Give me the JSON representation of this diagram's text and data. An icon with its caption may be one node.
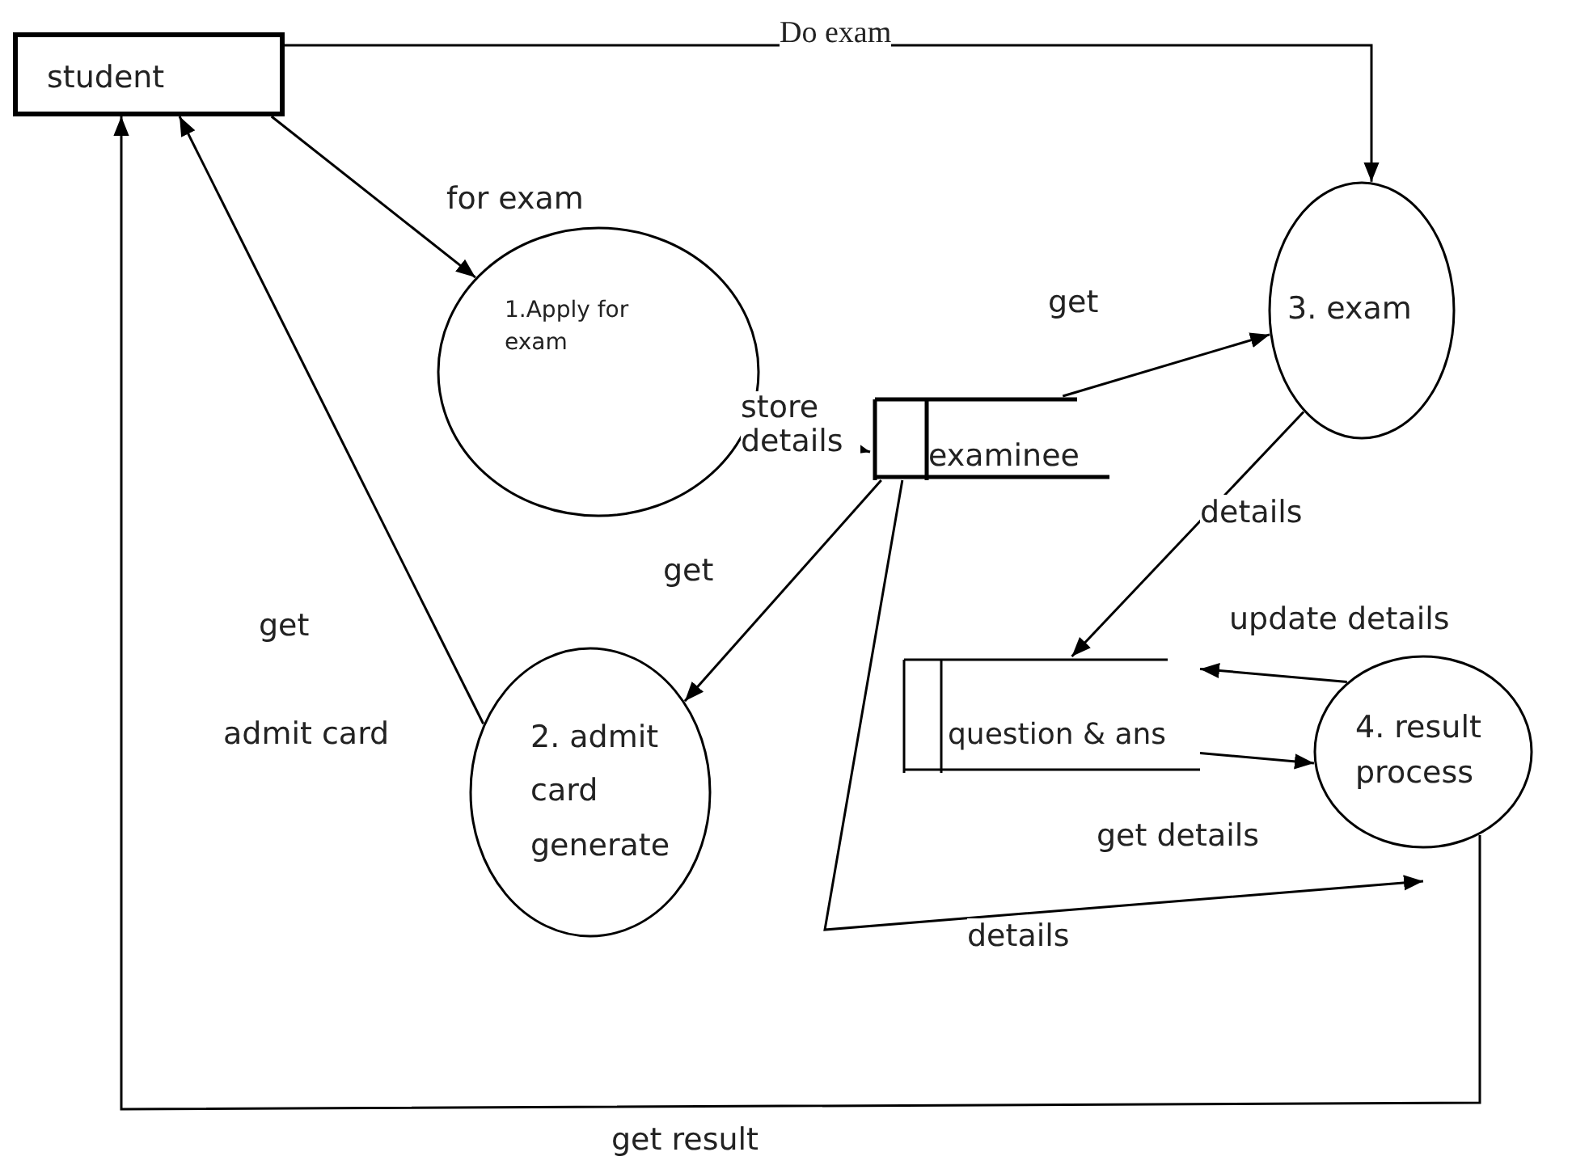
{
  "diagram": {
    "nodes": [
      {
        "text": [
          "student"
        ]
      },
      {
        "text": [
          "1.Apply for exam"
        ]
      },
      {
        "text": [
          "examinee"
        ]
      },
      {
        "text": [
          "3. exam"
        ]
      },
      {
        "text": [
          "2. admit card generate"
        ]
      },
      {
        "text": [
          "question & ans"
        ]
      },
      {
        "text": [
          "4. result process"
        ]
      }
    ],
    "edges": [
      {
        "from": 0,
        "to": 1,
        "label": "for exam",
        "arrow": "to"
      },
      {
        "from": 0,
        "to": 3,
        "label": "Do exam",
        "arrow": "to"
      },
      {
        "from": 1,
        "to": 2,
        "label": "store details",
        "arrow": "to"
      },
      {
        "from": 2,
        "to": 3,
        "label": "get",
        "arrow": "to"
      },
      {
        "from": 2,
        "to": 4,
        "label": "get",
        "arrow": "to"
      },
      {
        "from": 4,
        "to": 0,
        "arrow": "to"
      },
      {
        "from": 3,
        "to": 5,
        "label": "details",
        "arrow": "to"
      },
      {
        "from": 6,
        "to": 5,
        "label": "update details",
        "arrow": "to"
      },
      {
        "from": 5,
        "to": 6,
        "label": "get details",
        "arrow": "to"
      },
      {
        "from": 2,
        "to": 6,
        "label": "details",
        "arrow": "to"
      },
      {
        "from": 6,
        "to": 0,
        "label": "get result",
        "arrow": "to"
      }
    ],
    "labels": [
      "get",
      "admit card"
    ]
  }
}
